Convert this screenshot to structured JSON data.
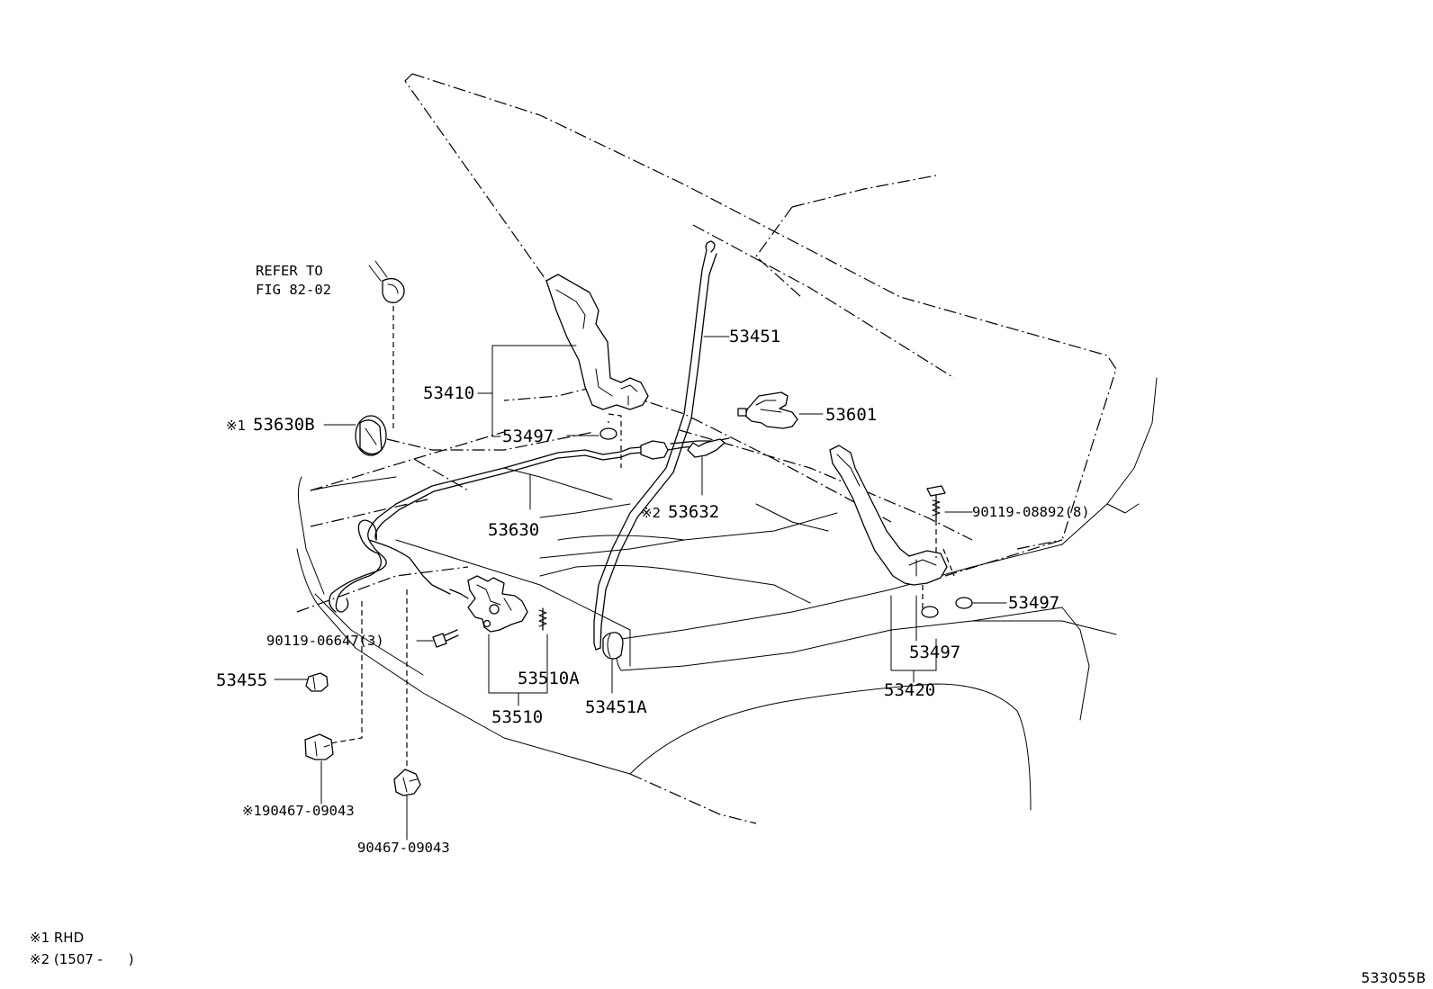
{
  "labels": {
    "refer_to": "REFER TO",
    "fig_ref": "FIG 82-02",
    "p53451": "53451",
    "p53410": "53410",
    "p53601": "53601",
    "p53497_left": "53497",
    "p53630b_mark": "※1",
    "p53630b": "53630B",
    "p53632_mark": "※2",
    "p53632": "53632",
    "p53630": "53630",
    "bolt_8": "90119-08892(8)",
    "p53497_right": "53497",
    "p53497_lower": "53497",
    "p53420": "53420",
    "bolt_3": "90119-06647(3)",
    "p53455": "53455",
    "p53510a": "53510A",
    "p53510": "53510",
    "p53451a": "53451A",
    "clip_rhd_mark": "※1",
    "clip_rhd": "90467-09043",
    "clip": "90467-09043"
  },
  "notes": {
    "n1": "※1 RHD",
    "n2": "※2 (1507 -      )"
  },
  "figure_code": "533055B"
}
